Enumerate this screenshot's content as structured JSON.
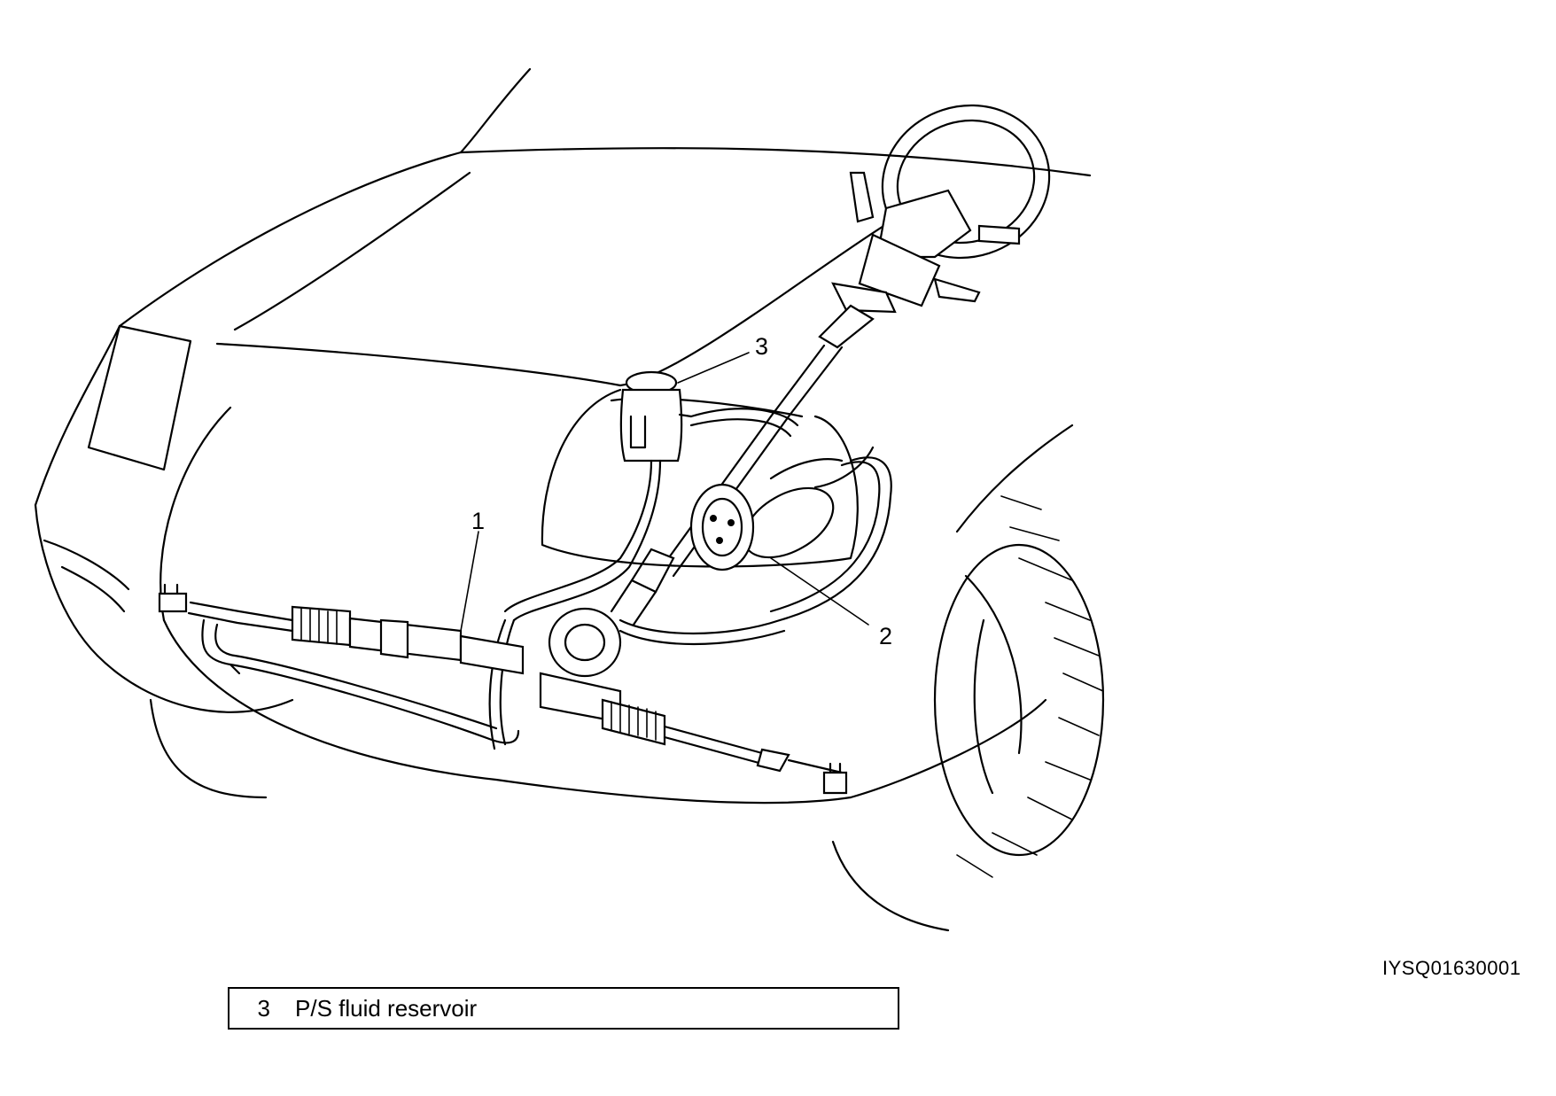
{
  "figure": {
    "image_code": "IYSQ01630001",
    "callouts": [
      "1",
      "2",
      "3"
    ]
  },
  "legend": {
    "rows": [
      {
        "number": "3",
        "label": "P/S fluid reservoir"
      }
    ]
  }
}
